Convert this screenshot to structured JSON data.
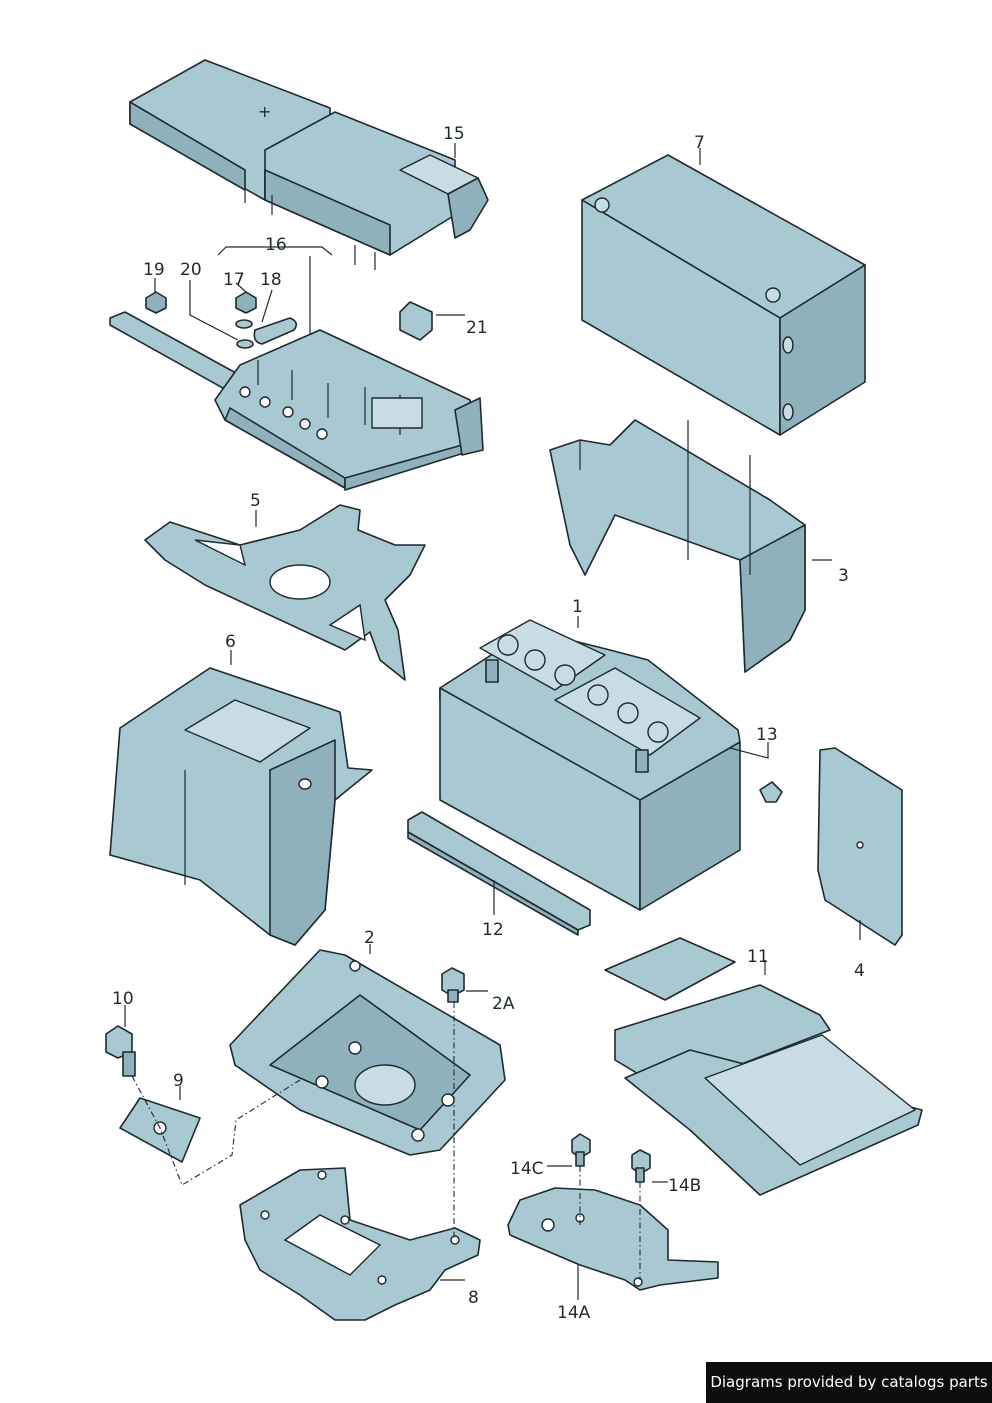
{
  "footer": {
    "credit": "Diagrams provided by catalogs parts"
  },
  "callouts": {
    "c1": "1",
    "c2": "2",
    "c2A": "2A",
    "c3": "3",
    "c4": "4",
    "c5": "5",
    "c6": "6",
    "c7": "7",
    "c8": "8",
    "c9": "9",
    "c10": "10",
    "c11": "11",
    "c12": "12",
    "c13": "13",
    "c14A": "14A",
    "c14B": "14B",
    "c14C": "14C",
    "c15": "15",
    "c16": "16",
    "c17": "17",
    "c18": "18",
    "c19": "19",
    "c20": "20",
    "c21": "21"
  },
  "symbols": {
    "plus": "+"
  },
  "colors": {
    "part_fill": "#a9c9d2",
    "part_shadow": "#8fb1bc",
    "outline": "#1e2a30",
    "footer_bg": "#0d0d0d"
  }
}
